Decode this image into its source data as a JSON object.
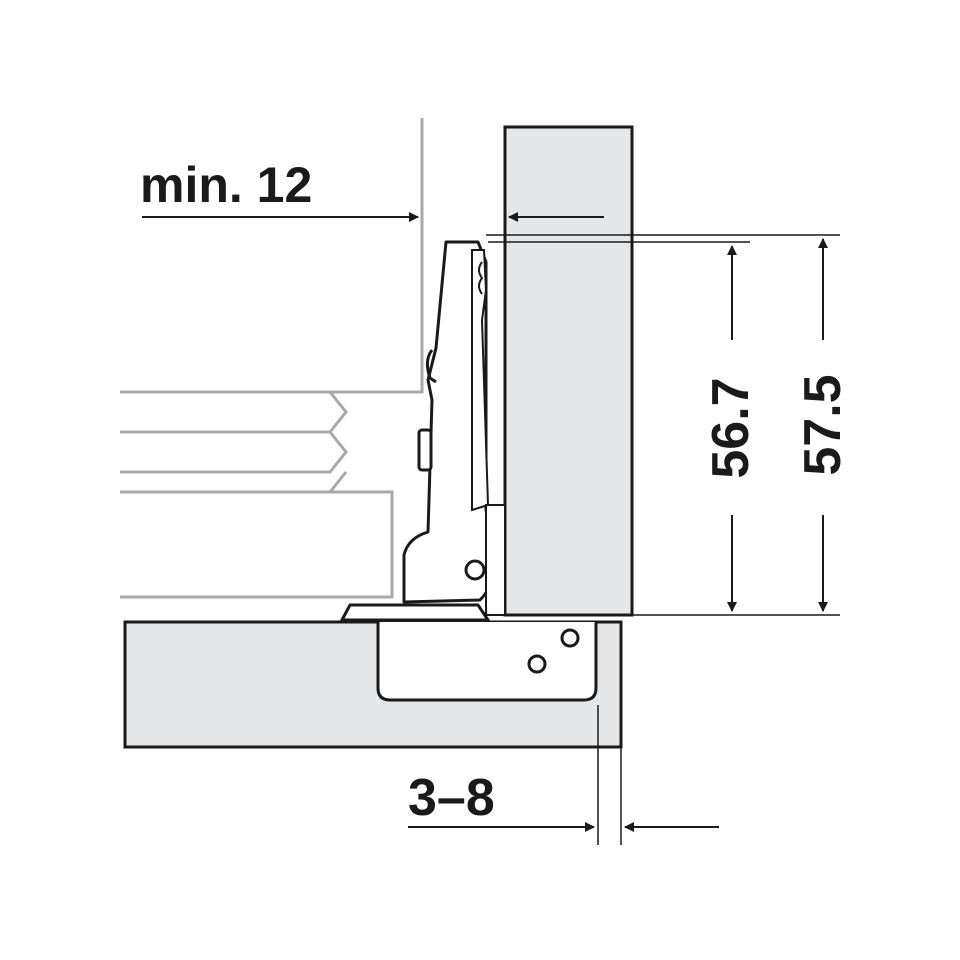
{
  "labels": {
    "min_gap": "min. 12",
    "height_inner": "56.7",
    "height_outer": "57.5",
    "overlay": "3–8"
  },
  "colors": {
    "line": "#1a1a1a",
    "panel_fill": "#e6e7e8",
    "drawer_line": "#a7a9ac",
    "background": "#ffffff"
  }
}
